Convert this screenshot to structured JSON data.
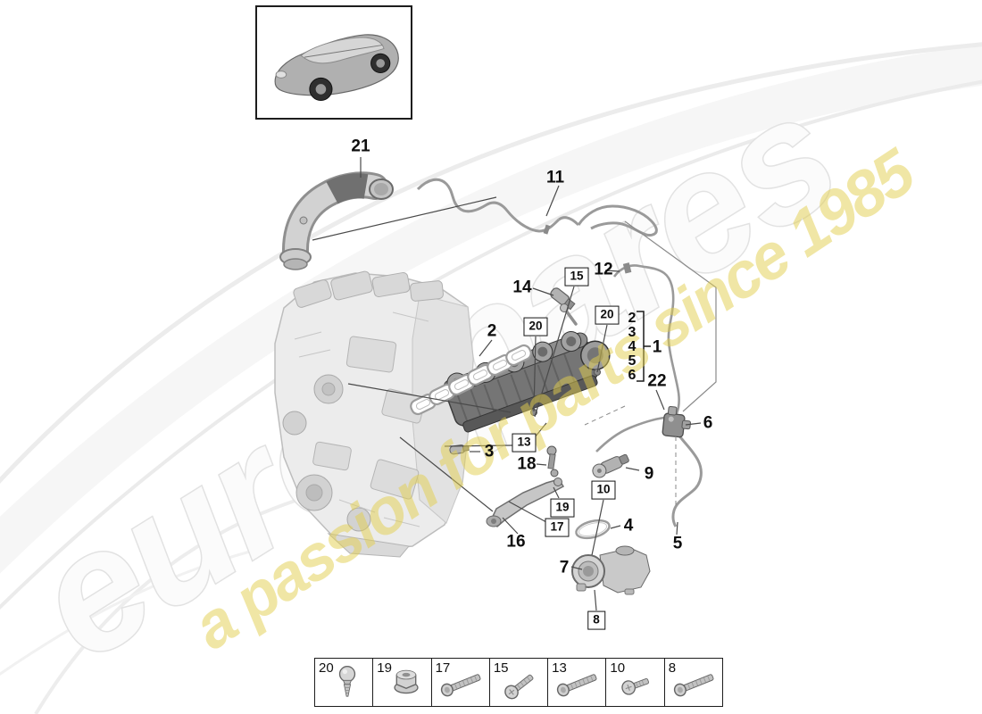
{
  "brand": {
    "watermark_text": "eurospares",
    "tagline": "a passion for parts since 1985",
    "watermark_fill": "#fbfbfb",
    "watermark_stroke": "#e2e2e2",
    "tagline_color": "#e3cf4e"
  },
  "vehicle": {
    "name": "porsche-cayenne-thumbnail"
  },
  "callouts": {
    "plain": [
      {
        "text": "21"
      },
      {
        "text": "11"
      },
      {
        "text": "14"
      },
      {
        "text": "12"
      },
      {
        "text": "2"
      },
      {
        "text": "22"
      },
      {
        "text": "6"
      },
      {
        "text": "3"
      },
      {
        "text": "18"
      },
      {
        "text": "9"
      },
      {
        "text": "16"
      },
      {
        "text": "4"
      },
      {
        "text": "7"
      },
      {
        "text": "5"
      }
    ],
    "boxed": [
      {
        "text": "15"
      },
      {
        "text": "20"
      },
      {
        "text": "20"
      },
      {
        "text": "13"
      },
      {
        "text": "10"
      },
      {
        "text": "19"
      },
      {
        "text": "17"
      },
      {
        "text": "8"
      }
    ],
    "group": {
      "items": [
        {
          "text": "2"
        },
        {
          "text": "3"
        },
        {
          "text": "4"
        },
        {
          "text": "5"
        },
        {
          "text": "6"
        }
      ],
      "ref": {
        "text": "1"
      }
    }
  },
  "legend": {
    "items": [
      {
        "number": "20",
        "icon": "ball-stud"
      },
      {
        "number": "19",
        "icon": "flange-nut"
      },
      {
        "number": "17",
        "icon": "long-screw"
      },
      {
        "number": "15",
        "icon": "pan-head-screw"
      },
      {
        "number": "13",
        "icon": "long-screw"
      },
      {
        "number": "10",
        "icon": "short-screw"
      },
      {
        "number": "8",
        "icon": "long-screw"
      }
    ]
  }
}
